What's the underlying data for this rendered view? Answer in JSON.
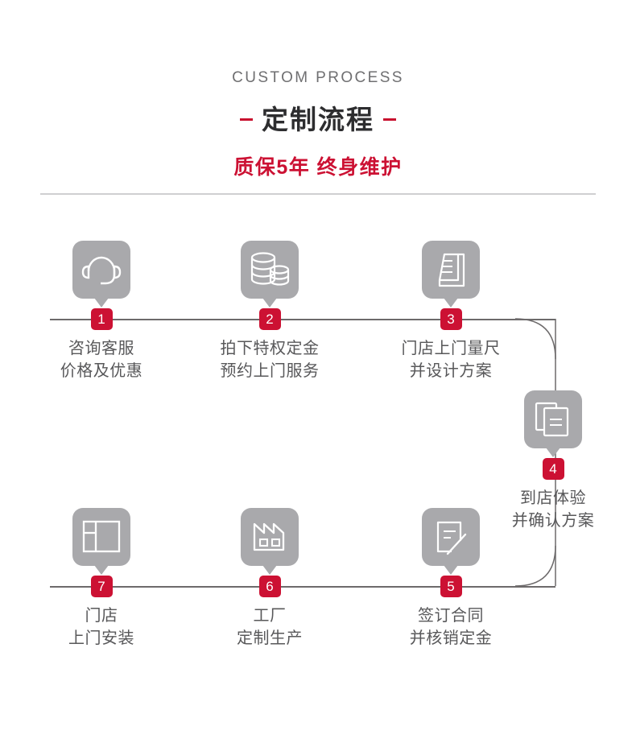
{
  "header": {
    "eyebrow": "CUSTOM PROCESS",
    "title": "定制流程",
    "subtitle": "质保5年  终身维护",
    "accent_color": "#cc1133",
    "title_color": "#2d2d2f",
    "eyebrow_color": "#6f6f71"
  },
  "flow": {
    "icon_color": "#a9a9ac",
    "rail_color": "#6d6a6b",
    "badge_color": "#cc1133",
    "label_color": "#58585a",
    "steps": [
      {
        "number": "1",
        "icon": "headset-icon",
        "label": "咨询客服\n价格及优惠"
      },
      {
        "number": "2",
        "icon": "coin-stack-icon",
        "label": "拍下特权定金\n预约上门服务"
      },
      {
        "number": "3",
        "icon": "ruler-square-icon",
        "label": "门店上门量尺\n并设计方案"
      },
      {
        "number": "4",
        "icon": "documents-icon",
        "label": "到店体验\n并确认方案"
      },
      {
        "number": "5",
        "icon": "contract-sign-icon",
        "label": "签订合同\n并核销定金"
      },
      {
        "number": "6",
        "icon": "factory-icon",
        "label": "工厂\n定制生产"
      },
      {
        "number": "7",
        "icon": "wardrobe-layout-icon",
        "label": "门店\n上门安装"
      }
    ]
  }
}
